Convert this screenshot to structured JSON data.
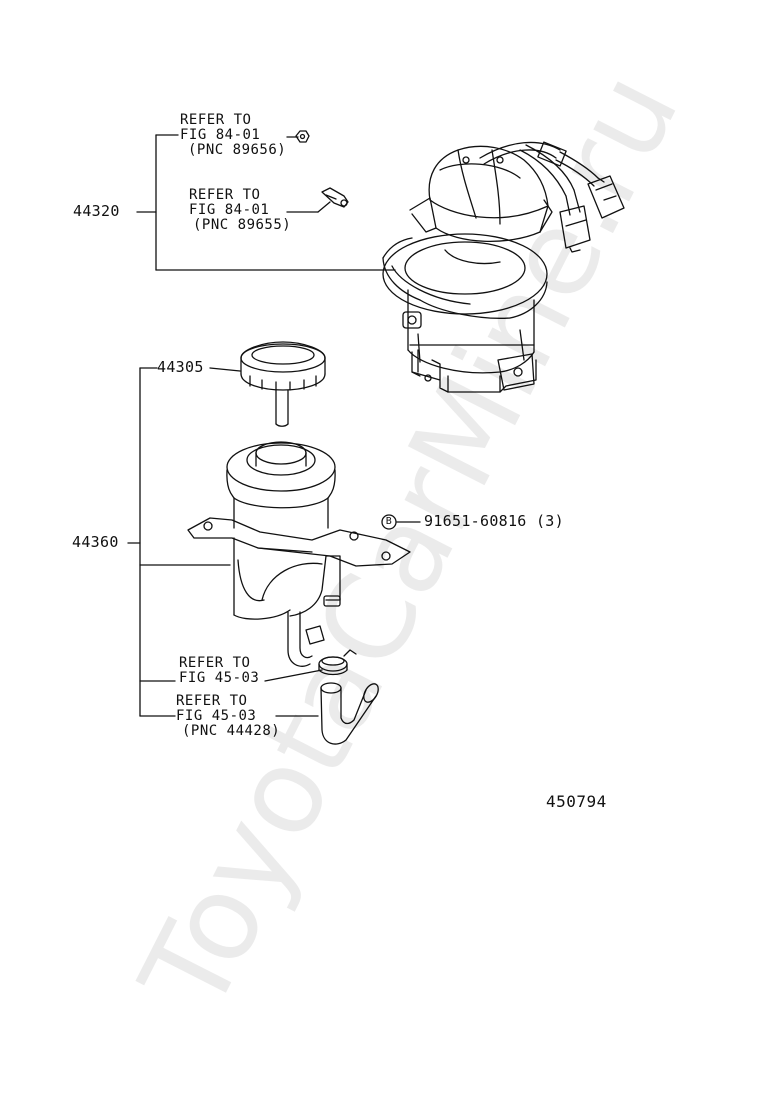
{
  "watermark": "ToyotaCarMine.ru",
  "illustration_number": "450794",
  "parts": {
    "pump": "44320",
    "cap": "44305",
    "reservoir": "44360",
    "bolt": "91651-60816 (3)",
    "bolt_symbol": "B"
  },
  "refs": {
    "ref1": {
      "l1": "REFER TO",
      "l2": "FIG 84-01",
      "l3": "(PNC 89656)"
    },
    "ref2": {
      "l1": "REFER TO",
      "l2": "FIG 84-01",
      "l3": "(PNC 89655)"
    },
    "ref3": {
      "l1": "REFER TO",
      "l2": "FIG 45-03"
    },
    "ref4": {
      "l1": "REFER TO",
      "l2": "FIG 45-03",
      "l3": "(PNC 44428)"
    }
  }
}
